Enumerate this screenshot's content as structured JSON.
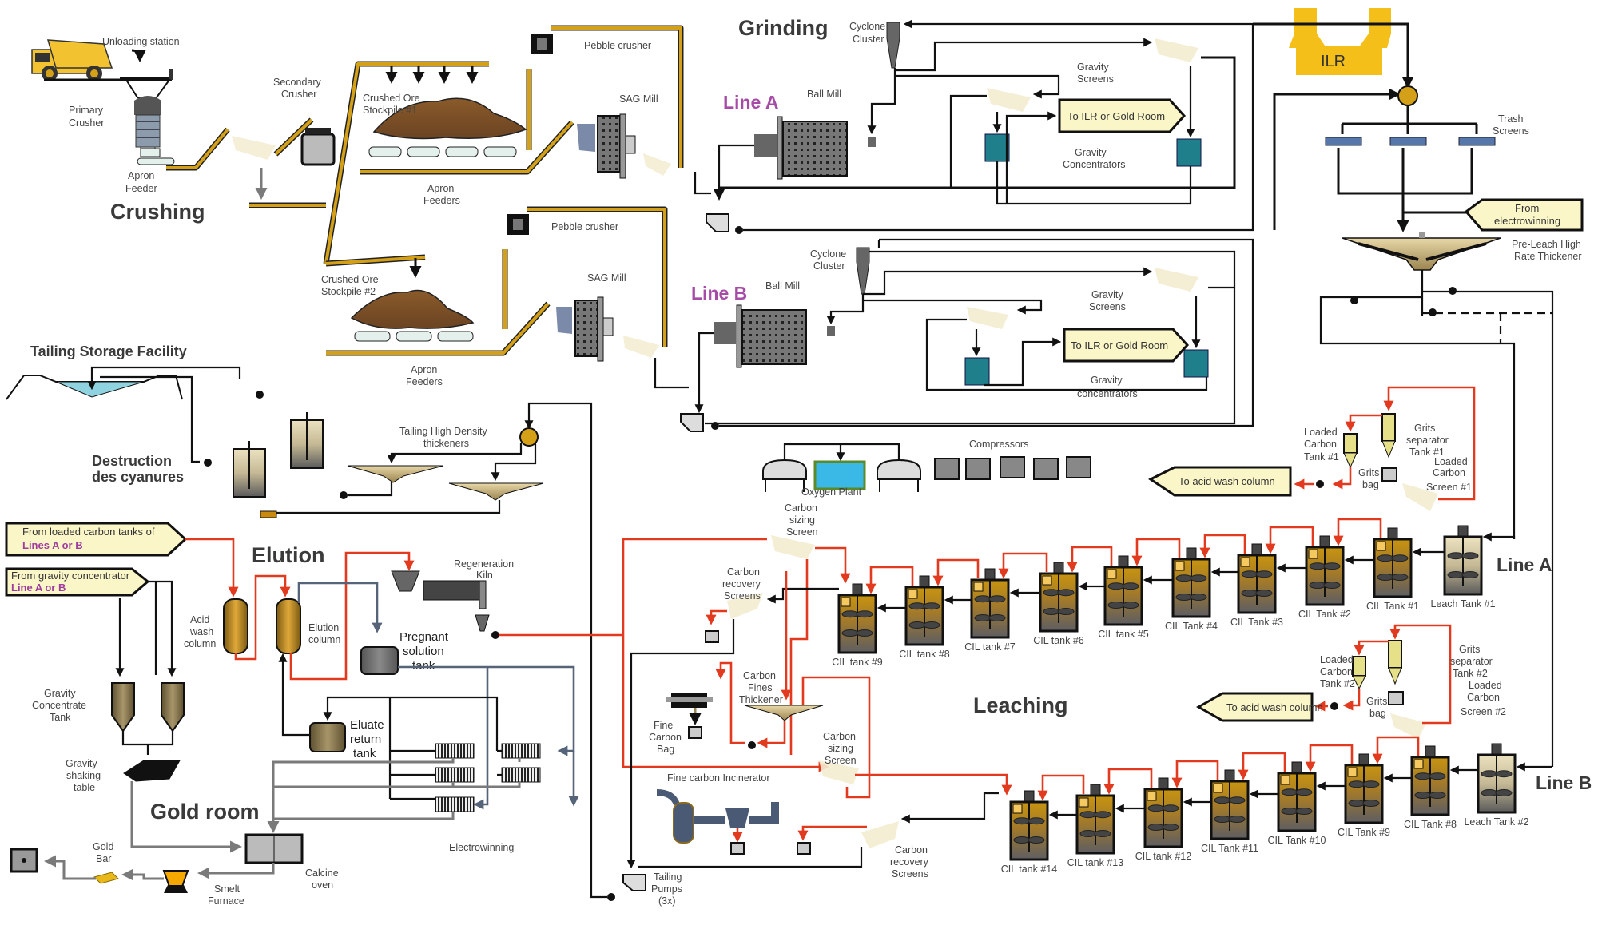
{
  "sections": {
    "crushing": "Crushing",
    "grinding": "Grinding",
    "elution": "Elution",
    "gold_room": "Gold room",
    "leaching": "Leaching",
    "tailing_storage": "Tailing Storage Facility",
    "cyanide_destruction_l1": "Destruction",
    "cyanide_destruction_l2": "des cyanures"
  },
  "lines": {
    "grinding_a": "Line A",
    "grinding_b": "Line B",
    "leach_a": "Line A",
    "leach_b": "Line B"
  },
  "crushing": {
    "unloading_station": "Unloading station",
    "primary_crusher": [
      "Primary",
      "Crusher"
    ],
    "apron_feeder": [
      "Apron",
      "Feeder"
    ],
    "secondary_crusher": [
      "Secondary",
      "Crusher"
    ]
  },
  "stockpiles": {
    "stockpile_1": [
      "Crushed Ore",
      "Stockpile #1"
    ],
    "stockpile_2": [
      "Crushed Ore",
      "Stockpile #2"
    ],
    "apron_feeders": [
      "Apron",
      "Feeders"
    ]
  },
  "grinding": {
    "pebble_crusher": "Pebble crusher",
    "sag_mill": "SAG Mill",
    "ball_mill": "Ball Mill",
    "cyclone_cluster": [
      "Cyclone",
      "Cluster"
    ],
    "gravity_screens": [
      "Gravity",
      "Screens"
    ],
    "gravity_concentrators_a": [
      "Gravity",
      "Concentrators"
    ],
    "gravity_concentrators_b": [
      "Gravity",
      "concentrators"
    ],
    "to_ilr_a": "To ILR or Gold Room",
    "to_ilr_b": "To ILR or Gold Room"
  },
  "ilr": {
    "label": "ILR",
    "trash_screens": [
      "Trash",
      "Screens"
    ],
    "from_electrowinning": [
      "From",
      "electrowinning"
    ],
    "pre_leach_thickener": [
      "Pre-Leach  High",
      "Rate Thickener"
    ]
  },
  "tailings": {
    "tailing_thickeners": [
      "Tailing  High Density",
      "thickeners"
    ]
  },
  "utilities": {
    "oxygen_plant": "Oxygen Plant",
    "compressors": "Compressors"
  },
  "elution": {
    "from_loaded_carbon": [
      "From loaded  carbon tanks of",
      "Lines A  or B"
    ],
    "from_gravity_concentrator": [
      "From gravity concentrator",
      "Line A  or B"
    ],
    "acid_wash_column": [
      "Acid",
      "wash",
      "column"
    ],
    "elution_column": [
      "Elution",
      "column"
    ],
    "regeneration_kiln": [
      "Regeneration",
      "Kiln"
    ],
    "pregnant_solution_tank": [
      "Pregnant",
      "solution",
      "tank"
    ],
    "eluate_return_tank": [
      "Eluate",
      "return",
      "tank"
    ],
    "electrowinning": "Electrowinning"
  },
  "gold_room": {
    "gravity_concentrate_tank": [
      "Gravity",
      "Concentrate",
      "Tank"
    ],
    "gravity_shaking_table": [
      "Gravity",
      "shaking",
      "table"
    ],
    "gold_bar": [
      "Gold",
      "Bar"
    ],
    "smelt_furnace": [
      "Smelt",
      "Furnace"
    ],
    "calcine_oven": [
      "Calcine",
      "oven"
    ]
  },
  "leaching": {
    "line_a": {
      "leach_tank": "Leach Tank #1",
      "cil_tanks": [
        "CIL Tank #1",
        "CIL Tank #2",
        "CIL Tank #3",
        "CIL Tank #4",
        "CIL tank #5",
        "CIL tank #6",
        "CIL tank #7",
        "CIL tank #8",
        "CIL tank #9"
      ],
      "loaded_carbon_tank": [
        "Loaded",
        "Carbon",
        "Tank #1"
      ],
      "grits_separator": [
        "Grits",
        "separator",
        "Tank #1"
      ],
      "loaded_carbon_screen": [
        "Loaded",
        "Carbon",
        "Screen #1"
      ],
      "grits_bag": [
        "Grits",
        "bag"
      ],
      "to_acid_wash": "To acid wash column",
      "carbon_sizing_screen": [
        "Carbon",
        "sizing",
        "Screen"
      ],
      "carbon_recovery_screens": [
        "Carbon",
        "recovery",
        "Screens"
      ]
    },
    "line_b": {
      "leach_tank": "Leach Tank #2",
      "cil_tanks": [
        "CIL Tank #8",
        "CIL Tank #9",
        "CIL Tank #10",
        "CIL Tank #11",
        "CIL tank #12",
        "CIL tank #13",
        "CIL tank #14"
      ],
      "loaded_carbon_tank": [
        "Loaded",
        "Carbon",
        "Tank #2"
      ],
      "grits_separator": [
        "Grits",
        "separator",
        "Tank #2"
      ],
      "loaded_carbon_screen": [
        "Loaded",
        "Carbon",
        "Screen #2"
      ],
      "grits_bag": [
        "Grits",
        "bag"
      ],
      "to_acid_wash": "To acid wash column",
      "carbon_sizing_screen": [
        "Carbon",
        "sizing",
        "Screen"
      ],
      "carbon_recovery_screens": [
        "Carbon",
        "recovery",
        "Screens"
      ]
    },
    "carbon_fines_thickener": [
      "Carbon",
      "Fines",
      "Thickener"
    ],
    "fine_carbon_bag": [
      "Fine",
      "Carbon",
      "Bag"
    ],
    "fine_carbon_incinerator": "Fine carbon Incinerator",
    "tailing_pumps": [
      "Tailing",
      "Pumps",
      "(3x)"
    ]
  },
  "colors": {
    "conveyor": "#d4a017",
    "flow_black": "#111111",
    "flow_carbon_red": "#e23a1e",
    "flow_grey": "#7a7a7a",
    "flow_solution_blue": "#556478",
    "line_label_purple": "#a64ca6",
    "callout_fill": "#faf6c8",
    "ilr_gold": "#f5bf1a",
    "gravity_teal": "#1f7f8a",
    "cil_tank_gold": "#c8940f",
    "tailings_pond": "#8fd3e0"
  }
}
